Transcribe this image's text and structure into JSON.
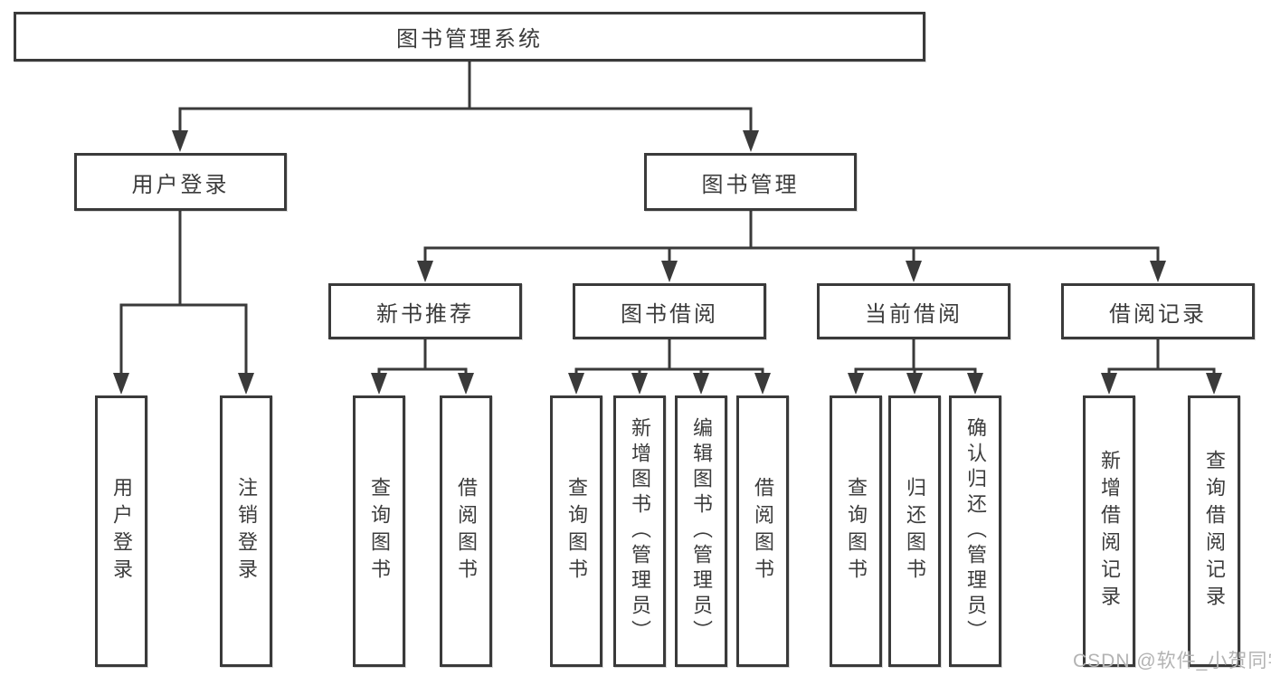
{
  "diagram": {
    "background": "#ffffff",
    "line_color": "#3a3a3a",
    "box_border_color": "#3a3a3a",
    "text_color": "#3c3c3c",
    "watermark": {
      "text": "CSDN @软件_小贺同学",
      "color": "#b3b3b3"
    },
    "nodes": {
      "root": {
        "label": "图书管理系统"
      },
      "user_login": {
        "label": "用户登录"
      },
      "book_management": {
        "label": "图书管理"
      },
      "new_book_recommend": {
        "label": "新书推荐"
      },
      "book_borrowing": {
        "label": "图书借阅"
      },
      "current_borrowing": {
        "label": "当前借阅"
      },
      "borrowing_records": {
        "label": "借阅记录"
      },
      "leaf_user_login": {
        "label": "用户登录"
      },
      "leaf_logout": {
        "label": "注销登录"
      },
      "leaf_rec_query_books": {
        "label": "查询图书"
      },
      "leaf_rec_borrow_books": {
        "label": "借阅图书"
      },
      "leaf_bb_query_books": {
        "label": "查询图书"
      },
      "leaf_bb_add_books": {
        "label": "新增图书（管理员）"
      },
      "leaf_bb_edit_books": {
        "label": "编辑图书（管理员）"
      },
      "leaf_bb_borrow_books": {
        "label": "借阅图书"
      },
      "leaf_cb_query_books": {
        "label": "查询图书"
      },
      "leaf_cb_return_books": {
        "label": "归还图书"
      },
      "leaf_cb_confirm_return": {
        "label": "确认归还（管理员）"
      },
      "leaf_br_add_record": {
        "label": "新增借阅记录"
      },
      "leaf_br_query_record": {
        "label": "查询借阅记录"
      }
    }
  }
}
